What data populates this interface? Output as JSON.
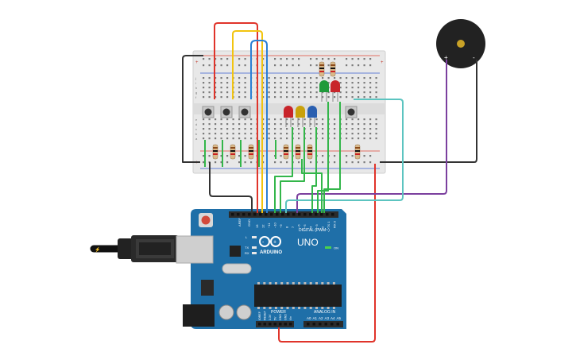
{
  "arduino": {
    "brand": "ARDUINO",
    "model": "UNO",
    "digital_header": "DIGITAL (PWM~)",
    "power_header": "POWER",
    "analog_header": "ANALOG IN",
    "on_label": "ON",
    "led_labels": [
      "L",
      "TX",
      "RX"
    ],
    "aref_label": "AREF",
    "gnd_label": "GND",
    "digital_pins": [
      "13",
      "12",
      "~11",
      "~10",
      "~9",
      "8",
      "7",
      "~6",
      "~5",
      "4",
      "~3",
      "2",
      "TX 1",
      "RX 0"
    ],
    "power_pins": [
      "IOREF",
      "RESET",
      "3.3V",
      "5V",
      "GND",
      "GND",
      "Vin"
    ],
    "analog_pins": [
      "A0",
      "A1",
      "A2",
      "A3",
      "A4",
      "A5"
    ]
  },
  "breadboard": {
    "row_letters_top": [
      "j",
      "i",
      "h",
      "g",
      "f"
    ],
    "row_letters_bottom": [
      "e",
      "d",
      "c",
      "b",
      "a"
    ],
    "rail_plus": "+",
    "rail_minus": "-"
  },
  "buzzer": {
    "plus": "+",
    "minus": "-"
  },
  "colors": {
    "board": "#1f6fa8",
    "board_dark": "#1a5e8f",
    "wire_red": "#e0342a",
    "wire_black": "#333333",
    "wire_yellow": "#f2c40f",
    "wire_blue": "#2a7fd4",
    "wire_green": "#33b64a",
    "wire_purple": "#7b3f9e",
    "wire_teal": "#5cc4c0",
    "led_red": "#c8242a",
    "led_yellow": "#c9a10a",
    "led_blue": "#2a5fb0",
    "led_green": "#1f9a3a"
  }
}
